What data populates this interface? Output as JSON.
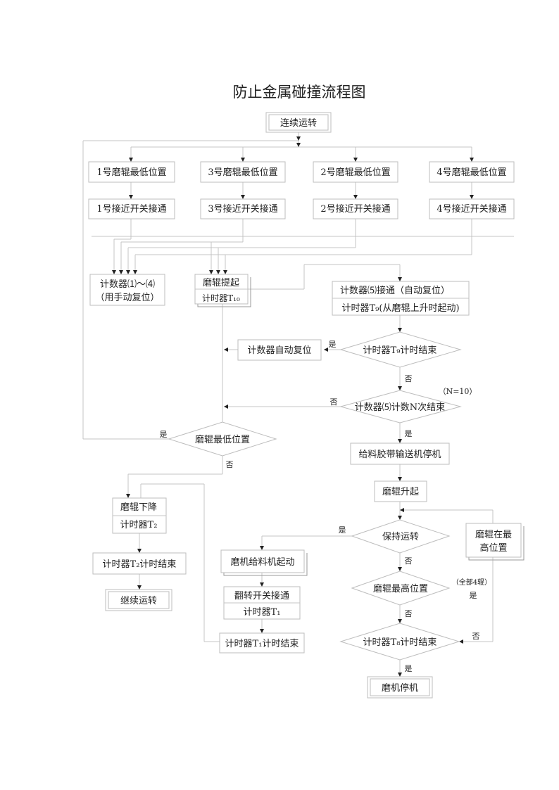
{
  "title": "防止金属碰撞流程图",
  "nodes": {
    "continuous_run": "连续运转",
    "roller1_low": "1号磨辊最低位置",
    "roller3_low": "3号磨辊最低位置",
    "roller2_low": "2号磨辊最低位置",
    "roller4_low": "4号磨辊最低位置",
    "switch1_on": "1号接近开关接通",
    "switch3_on": "3号接近开关接通",
    "switch2_on": "2号接近开关接通",
    "switch4_on": "4号接近开关接通",
    "counter14_line1": "计数器⑴～⑷",
    "counter14_line2": "（用手动复位）",
    "roller_lift": "磨辊提起",
    "timer_t10": "计时器T₁₀",
    "counter5_on": "计数器⑸接通（自动复位）",
    "timer_t9_start": "计时器T₉(从磨辊上升时起动)",
    "counter_auto_reset": "计数器自动复位",
    "timer_t9_end": "计时器T₉计时结束",
    "counter5_n_end": "计数器⑸计数N次结束",
    "n_note": "（N=10）",
    "roller_lowest_check": "磨辊最低位置",
    "feeder_stop": "给料胶带输送机停机",
    "roller_rise": "磨辊升起",
    "roller_lower": "磨辊下降",
    "timer_t2": "计时器T₂",
    "keep_running": "保持运转",
    "roller_top_line1": "磨辊在最",
    "roller_top_line2": "高位置",
    "timer_t2_end": "计时器T₂计时结束",
    "mill_feed_start": "磨机给料机起动",
    "roller_highest_check": "磨辊最高位置",
    "all4_note": "（全部4辊）",
    "continue_run": "继续运转",
    "flip_switch_on": "翻转开关接通",
    "timer_t1": "计时器T₁",
    "timer_t1_end": "计时器T₁计时结束",
    "timer_t8_end": "计时器T₈计时结束",
    "mill_stop": "磨机停机"
  },
  "labels": {
    "yes": "是",
    "no": "否"
  }
}
